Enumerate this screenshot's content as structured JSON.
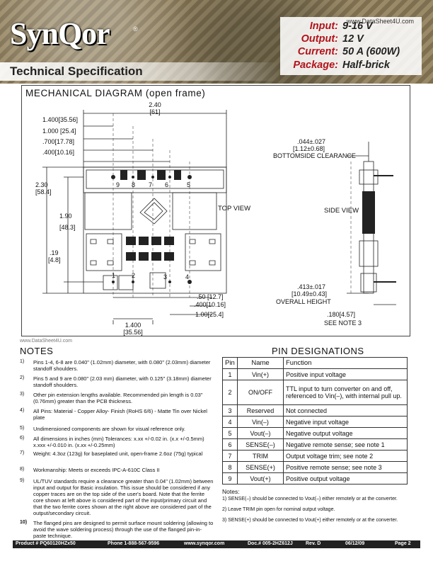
{
  "header": {
    "logo": "SynQor",
    "registered": "®",
    "subtitle": "Technical Specification",
    "watermark": "www.DataSheet4U.com",
    "specs": [
      {
        "label": "Input:",
        "value": "9-16 V"
      },
      {
        "label": "Output:",
        "value": "12 V"
      },
      {
        "label": "Current:",
        "value": "50 A (600W)"
      },
      {
        "label": "Package:",
        "value": "Half-brick"
      }
    ]
  },
  "diagram": {
    "title": "MECHANICAL DIAGRAM (open frame)",
    "top_view": "TOP VIEW",
    "side_view": "SIDE VIEW",
    "width_in": "2.40",
    "width_mm": "[61]",
    "height_in": "2.30",
    "height_mm": "[58.4]",
    "dim_1400": "1.400[35.56]",
    "dim_1000": "1.000 [25.4]",
    "dim_700": ".700[17.78]",
    "dim_400": ".400[10.16]",
    "dim_190_in": "1.90",
    "dim_190_mm": "[48.3]",
    "dim_19_in": ".19",
    "dim_19_mm": "[4.8]",
    "dim_50": ".50 [12.7]",
    "dim_400b": ".400[10.16]",
    "dim_100": "1.00[25.4]",
    "dim_1400b_in": "1.400",
    "dim_1400b_mm": "[35.56]",
    "pins_top": [
      "9",
      "8",
      "7",
      "6",
      "5"
    ],
    "pins_bottom": [
      "1",
      "2",
      "3",
      "4"
    ],
    "clear_in": ".044±.027",
    "clear_mm": "[1.12±0.68]",
    "clear_label": "BOTTOMSIDE CLEARANCE",
    "height_ov_in": ".413±.017",
    "height_ov_mm": "[10.49±0.43]",
    "height_ov_label": "OVERALL HEIGHT",
    "ext_dim": ".180[4.57]",
    "see_note": "SEE NOTE 3",
    "watermark": "www.DataSheet4U.com"
  },
  "notes": {
    "title": "NOTES",
    "items": [
      {
        "num": "1)",
        "text": "Pins 1-4, 6-8 are 0.040\" (1.02mm) diameter, with 0.080\" (2.03mm) diameter standoff shoulders."
      },
      {
        "num": "2)",
        "text": "Pins 5 and 9 are 0.080\" (2.03 mm) diameter, with 0.125\" (3.18mm) diameter standoff shoulders."
      },
      {
        "num": "3)",
        "text": "Other pin extension lengths available. Recommended pin length is 0.03\" (0.76mm) greater than the PCB thickness."
      },
      {
        "num": "4)",
        "text": "All Pins: Material - Copper Alloy- Finish (RoHS 6/6) - Matte Tin over Nickel plate"
      },
      {
        "num": "5)",
        "text": "Undimensioned components are shown for visual reference only."
      },
      {
        "num": "6)",
        "text": "All dimensions in inches (mm) Tolerances: x.xx +/-0.02 in. (x.x +/-0.5mm) x.xxx +/-0.010 in. (x.xx +/-0.25mm)"
      },
      {
        "num": "7)",
        "text": "Weight: 4.3oz (123g) for baseplated unit, open-frame 2.6oz (75g) typical"
      },
      {
        "num": "8)",
        "text": "Workmanship: Meets or exceeds IPC-A-610C Class II"
      },
      {
        "num": "9)",
        "text": "UL/TUV standards require a clearance greater than 0.04\" (1.02mm) between input and output for Basic insulation. This issue should be considered if any copper traces are on the top side of the user's board. Note that the ferrite core shown at left above is considered part of the input/primary circuit and that the two ferrite cores shown at the right above are considered part of the output/secondary circuit."
      },
      {
        "num": "10)",
        "text": "The flanged pins are designed to permit surface mount soldering (allowing to avoid the wave soldering process) through the use of the flanged pin-in-paste technique."
      }
    ]
  },
  "pins": {
    "title": "PIN DESIGNATIONS",
    "headers": [
      "Pin",
      "Name",
      "Function"
    ],
    "rows": [
      {
        "pin": "1",
        "name": "Vin(+)",
        "func": "Positive input voltage"
      },
      {
        "pin": "2",
        "name": "ON/OFF",
        "func": "TTL input to turn converter on and off, referenced to Vin(–), with internal pull up."
      },
      {
        "pin": "3",
        "name": "Reserved",
        "func": "Not connected"
      },
      {
        "pin": "4",
        "name": "Vin(–)",
        "func": "Negative input voltage"
      },
      {
        "pin": "5",
        "name": "Vout(–)",
        "func": "Negative output voltage"
      },
      {
        "pin": "6",
        "name": "SENSE(–)",
        "func": "Negative remote sense; see note 1"
      },
      {
        "pin": "7",
        "name": "TRIM",
        "func": "Output voltage trim; see note 2"
      },
      {
        "pin": "8",
        "name": "SENSE(+)",
        "func": "Positive remote sense; see note 3"
      },
      {
        "pin": "9",
        "name": "Vout(+)",
        "func": "Positive output voltage"
      }
    ],
    "notes_title": "Notes:",
    "notes": [
      "1) SENSE(–) should be connected to Vout(–) either remotely or at the converter.",
      "2) Leave TRIM pin open for nominal output voltage.",
      "3) SENSE(+) should be connected to Vout(+) either remotely or at the converter."
    ]
  },
  "footer": {
    "product": "Product # PQ60120HZx50",
    "phone": "Phone 1-888-567-9596",
    "web": "www.synqor.com",
    "doc": "Doc.# 005-2HZ612J",
    "rev": "Rev. D",
    "date": "06/12/09",
    "page": "Page 2"
  }
}
